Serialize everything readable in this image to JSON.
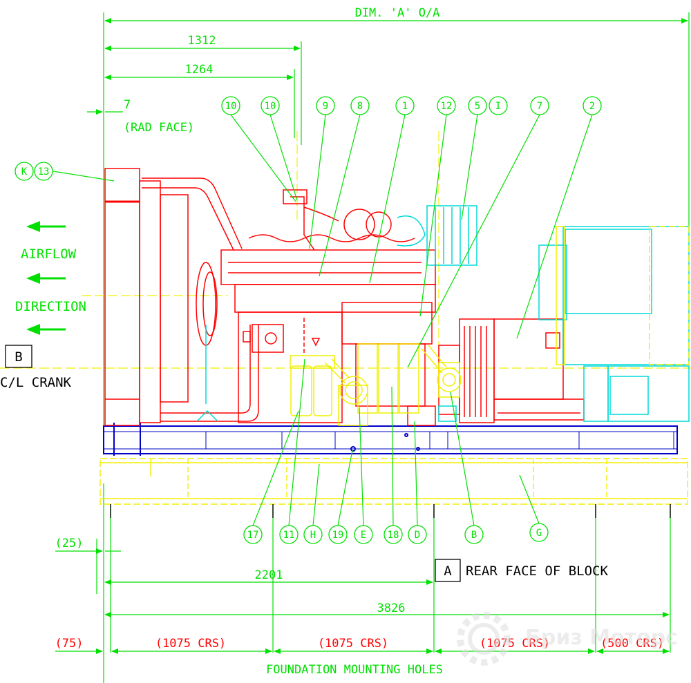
{
  "colors": {
    "green": "#00e000",
    "red": "#ff0000",
    "blue": "#0000c8",
    "cyan": "#00d8d8",
    "yellow": "#f0f000",
    "black": "#000000",
    "watermark": "#dddddd"
  },
  "dimensions": {
    "dim_a": "DIM. 'A'  O/A",
    "d1312": "1312",
    "d1264": "1264",
    "d7": "7",
    "rad_face": "(RAD FACE)",
    "d25": "(25)",
    "d2201": "2201",
    "d3826": "3826",
    "d75": "(75)",
    "crs1": "(1075 CRS)",
    "crs2": "(1075 CRS)",
    "crs3": "(1075 CRS)",
    "crs4": "(500 CRS)"
  },
  "labels": {
    "airflow": "AIRFLOW",
    "direction": "DIRECTION",
    "b_box": "B",
    "cl_crank": "C/L CRANK",
    "a_box": "A",
    "rear_face": "REAR FACE OF BLOCK",
    "foundation": "FOUNDATION MOUNTING HOLES",
    "watermark": "Бриз Моторс"
  },
  "balloons_top": [
    "10",
    "10",
    "9",
    "8",
    "1",
    "12",
    "5",
    "I",
    "7",
    "2"
  ],
  "balloons_left": [
    "K",
    "13"
  ],
  "balloons_bottom": [
    "17",
    "11",
    "H",
    "19",
    "E",
    "18",
    "D",
    "B",
    "G"
  ]
}
